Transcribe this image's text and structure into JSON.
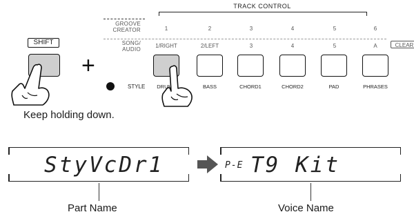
{
  "header": {
    "track_control": "TRACK CONTROL",
    "clear": "CLEAR"
  },
  "rows": {
    "groove_creator": "GROOVE\nCREATOR",
    "song_audio": "SONG/\nAUDIO",
    "groove_numbers": [
      "1",
      "2",
      "3",
      "4",
      "5",
      "6"
    ],
    "song_labels": [
      "1/RIGHT",
      "2/LEFT",
      "3",
      "4",
      "5",
      "A"
    ]
  },
  "shift": {
    "label": "SHIFT",
    "plus": "+"
  },
  "style": {
    "label": "STYLE"
  },
  "track_buttons": [
    "DRUMS",
    "BASS",
    "CHORD1",
    "CHORD2",
    "PAD",
    "PHRASES"
  ],
  "instruction": "Keep holding down.",
  "lcd": {
    "part": "StyVcDr1",
    "voice_prefix": "P-E",
    "voice": "T9 Kit"
  },
  "captions": {
    "part_name": "Part Name",
    "voice_name": "Voice Name"
  }
}
